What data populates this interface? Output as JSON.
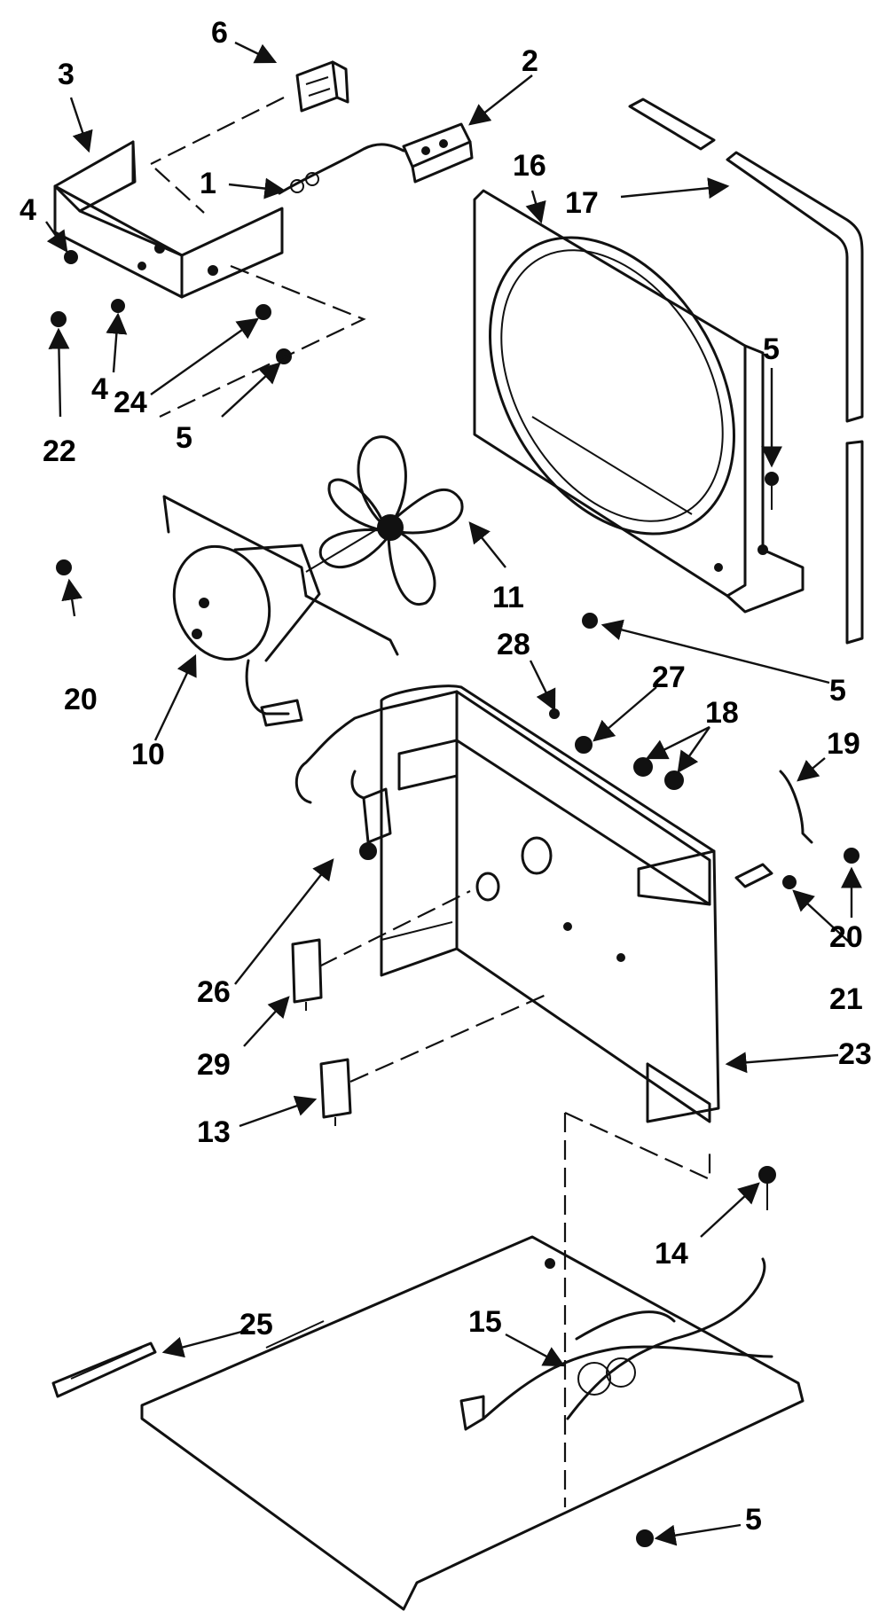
{
  "callouts": {
    "c1": "1",
    "c2": "2",
    "c3": "3",
    "c4a": "4",
    "c4b": "4",
    "c5a": "5",
    "c5b": "5",
    "c5c": "5",
    "c5d": "5",
    "c6": "6",
    "c10": "10",
    "c11": "11",
    "c13": "13",
    "c14": "14",
    "c15": "15",
    "c16": "16",
    "c17": "17",
    "c18": "18",
    "c19": "19",
    "c20a": "20",
    "c20b": "20",
    "c21": "21",
    "c22": "22",
    "c23": "23",
    "c24": "24",
    "c25": "25",
    "c26": "26",
    "c27": "27",
    "c28": "28",
    "c29": "29"
  }
}
